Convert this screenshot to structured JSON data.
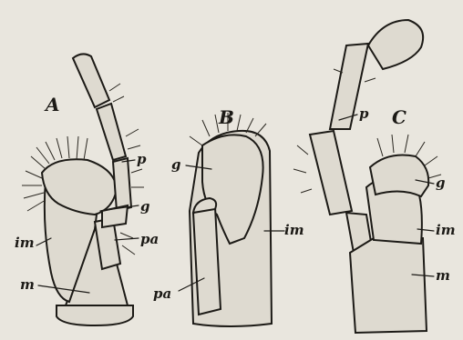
{
  "labels": {
    "A": "A",
    "B": "B",
    "C": "C",
    "a_p": "p",
    "a_g": "g",
    "a_im": "im",
    "a_pa": "pa",
    "a_m": "m",
    "b_g": "g",
    "b_im": "im",
    "b_pa": "pa",
    "c_p": "p",
    "c_g": "g",
    "c_im": "im",
    "c_m": "m"
  }
}
